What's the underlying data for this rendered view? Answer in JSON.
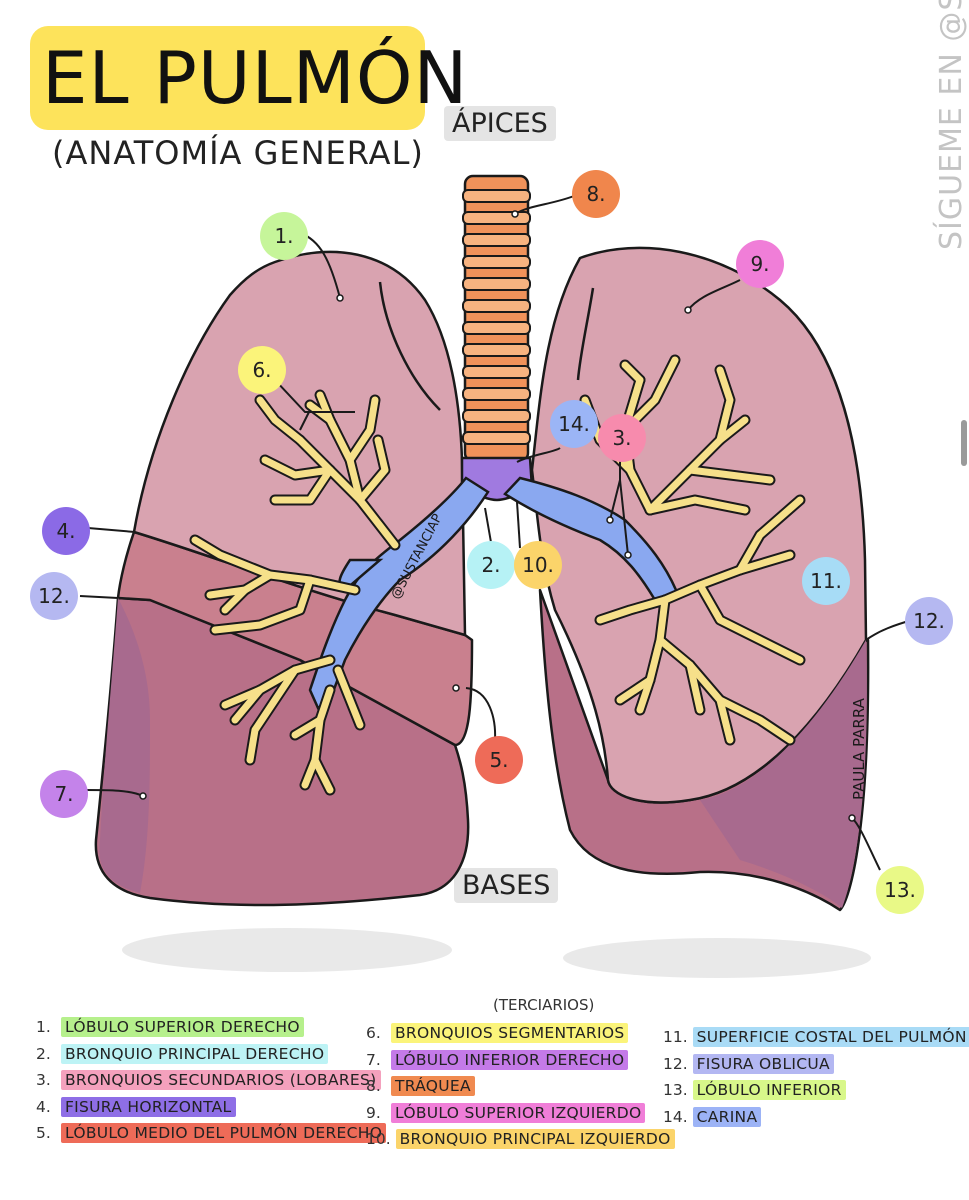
{
  "title": "EL PULMÓN",
  "subtitle": "(ANATOMÍA GENERAL)",
  "label_apices": "ÁPICES",
  "label_bases": "BASES",
  "side_text": "SÍGUEME EN @SUSTANCIAP",
  "bronchus_watermark": "@SUSTANCIAP",
  "artist_signature": "PAULA PARRA",
  "colors": {
    "lung_light": "#d9a3b0",
    "lung_middle": "#c9808e",
    "lung_lower": "#b87088",
    "lung_outline": "#1a1a1a",
    "trachea": "#f0925a",
    "trachea_rings": "#f7b380",
    "carina": "#a07ae0",
    "bronchi_main": "#8aa8f0",
    "bronchi_branch": "#f6e08a"
  },
  "badges": [
    {
      "label": "1.",
      "color": "#c6f59a"
    },
    {
      "label": "2.",
      "color": "#b6f2f5"
    },
    {
      "label": "3.",
      "color": "#f78bad"
    },
    {
      "label": "4.",
      "color": "#8b6ae6"
    },
    {
      "label": "5.",
      "color": "#ee6b58"
    },
    {
      "label": "6.",
      "color": "#fbf47a"
    },
    {
      "label": "7.",
      "color": "#c483ea"
    },
    {
      "label": "8.",
      "color": "#f0864c"
    },
    {
      "label": "9.",
      "color": "#f07ed8"
    },
    {
      "label": "10.",
      "color": "#fbd46a"
    },
    {
      "label": "11.",
      "color": "#a7dcf6"
    },
    {
      "label": "12.",
      "color": "#b5b8f1"
    },
    {
      "label": "12.",
      "color": "#b5b8f1"
    },
    {
      "label": "13.",
      "color": "#e9f987"
    },
    {
      "label": "14.",
      "color": "#9bb5f6"
    }
  ],
  "legend_note": "(TERCIARIOS)",
  "legend": [
    {
      "num": "1.",
      "text": "LÓBULO SUPERIOR DERECHO",
      "color": "#b6f08c"
    },
    {
      "num": "2.",
      "text": "BRONQUIO PRINCIPAL DERECHO",
      "color": "#bdf3f5"
    },
    {
      "num": "3.",
      "text": "BRONQUIOS SECUNDARIOS (LOBARES)",
      "color": "#f4a1bd"
    },
    {
      "num": "4.",
      "text": "FISURA HORIZONTAL",
      "color": "#8e6ee6"
    },
    {
      "num": "5.",
      "text": "LÓBULO MEDIO DEL PULMÓN DERECHO",
      "color": "#ee6b58"
    },
    {
      "num": "6.",
      "text": "BRONQUIOS SEGMENTARIOS",
      "color": "#fbf47a"
    },
    {
      "num": "7.",
      "text": "LÓBULO INFERIOR DERECHO",
      "color": "#c47ae8"
    },
    {
      "num": "8.",
      "text": "TRÁQUEA",
      "color": "#f08a50"
    },
    {
      "num": "9.",
      "text": "LÓBULO SUPERIOR IZQUIERDO",
      "color": "#f07ed8"
    },
    {
      "num": "10.",
      "text": "BRONQUIO PRINCIPAL IZQUIERDO",
      "color": "#fbd46a"
    },
    {
      "num": "11.",
      "text": "SUPERFICIE COSTAL DEL PULMÓN",
      "color": "#a9dbf6"
    },
    {
      "num": "12.",
      "text": "FISURA OBLICUA",
      "color": "#b3b7f2"
    },
    {
      "num": "13.",
      "text": "LÓBULO INFERIOR",
      "color": "#d8f78a"
    },
    {
      "num": "14.",
      "text": "CARINA",
      "color": "#9cb3f6"
    }
  ]
}
